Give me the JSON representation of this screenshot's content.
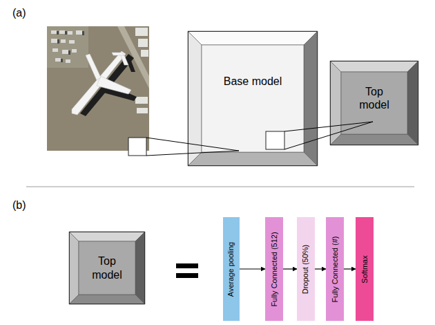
{
  "diagram": {
    "nodes": [
      {
        "text": [
          "Base model"
        ]
      },
      {
        "text": [
          "Top model"
        ]
      },
      {
        "text": [
          "Top model"
        ]
      },
      {
        "text": [
          "Average pooling"
        ]
      },
      {
        "text": [
          "Fully Connected (512)"
        ]
      },
      {
        "text": [
          "Dropout (50%)"
        ]
      },
      {
        "text": [
          "Fully Connected (#)"
        ]
      },
      {
        "text": [
          "Softmax"
        ]
      }
    ],
    "edges": [
      {
        "from": 3,
        "to": 4,
        "arrow": "to"
      },
      {
        "from": 4,
        "to": 5,
        "arrow": "to"
      },
      {
        "from": 5,
        "to": 6,
        "arrow": "to"
      },
      {
        "from": 6,
        "to": 7,
        "arrow": "to"
      }
    ],
    "labels": [
      "(a)",
      "(b)"
    ]
  }
}
